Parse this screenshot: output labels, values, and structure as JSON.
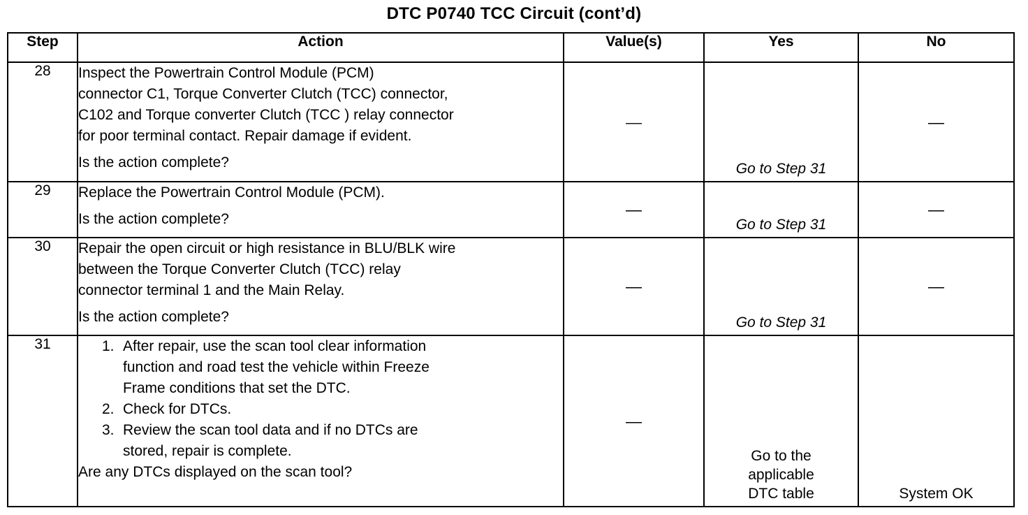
{
  "title": "DTC P0740 TCC Circuit (cont’d)",
  "table": {
    "headers": {
      "step": "Step",
      "action": "Action",
      "value": "Value(s)",
      "yes": "Yes",
      "no": "No"
    },
    "rows": [
      {
        "step": "28",
        "action_lines": [
          "Inspect the Powertrain Control Module (PCM)",
          "connector C1, Torque Converter Clutch (TCC) connector,",
          "C102 and Torque converter Clutch (TCC ) relay connector",
          "for poor terminal contact. Repair damage if evident."
        ],
        "action_question": "Is the action complete?",
        "value": "—",
        "yes": "Go to Step 31",
        "no": "—"
      },
      {
        "step": "29",
        "action_lines": [
          "Replace the Powertrain Control Module (PCM)."
        ],
        "action_question": "Is the action complete?",
        "value": "—",
        "yes": "Go to Step 31",
        "no": "—"
      },
      {
        "step": "30",
        "action_lines": [
          "Repair the open circuit or high resistance in BLU/BLK wire",
          "between the Torque Converter Clutch (TCC) relay",
          "connector terminal 1 and the Main Relay."
        ],
        "action_question": "Is the action complete?",
        "value": "—",
        "yes": "Go to Step 31",
        "no": "—"
      },
      {
        "step": "31",
        "list": [
          {
            "num": "1.",
            "lines": [
              "After repair, use the scan tool clear information",
              "function and road test the vehicle within Freeze",
              "Frame conditions that set the DTC."
            ]
          },
          {
            "num": "2.",
            "lines": [
              "Check for DTCs."
            ]
          },
          {
            "num": "3.",
            "lines": [
              "Review the scan tool data and if no DTCs are",
              "stored, repair is complete."
            ]
          }
        ],
        "action_question": "Are any DTCs displayed on the scan tool?",
        "value": "—",
        "yes_lines": [
          "Go to the",
          "applicable",
          "DTC table"
        ],
        "no": "System OK"
      }
    ]
  }
}
